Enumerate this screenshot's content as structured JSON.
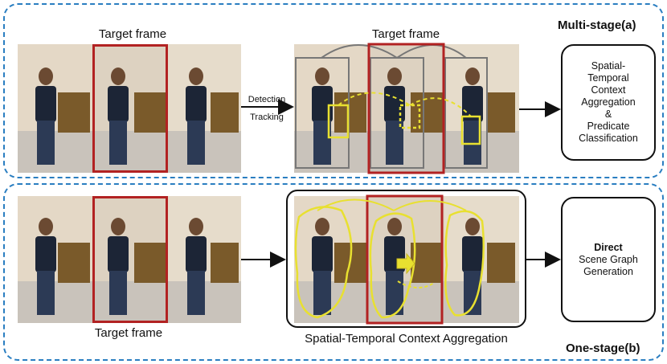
{
  "multi_stage": {
    "label": "Multi-stage(a)",
    "target_frame_left": "Target frame",
    "target_frame_right": "Target frame",
    "arrow_top": "Detection",
    "arrow_bottom": "Tracking",
    "result_lines": [
      "Spatial-",
      "Temporal",
      "Context",
      "Aggregation",
      "&",
      "Predicate",
      "Classification"
    ]
  },
  "one_stage": {
    "label": "One-stage(b)",
    "target_frame": "Target frame",
    "aggregation_caption": "Spatial-Temporal Context Aggregation",
    "result_bold": "Direct",
    "result_lines": [
      "Scene Graph",
      "Generation"
    ]
  },
  "colors": {
    "dashed_border": "#2a7ec1",
    "target_box": "#b22222",
    "tracking_box": "#e8e030",
    "track_gray": "#777777"
  }
}
